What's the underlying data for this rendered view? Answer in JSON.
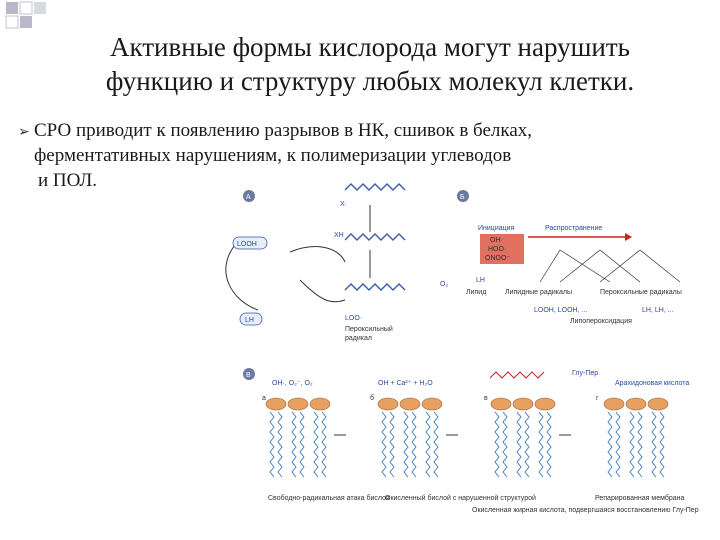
{
  "slide": {
    "title_line1": "Активные формы кислорода могут нарушить",
    "title_line2": "функцию и структуру любых молекул клетки.",
    "bullet_line1": "СРО приводит к появлению разрывов в НК, сшивок в белках,",
    "bullet_line2": "ферментативных нарушениям, к полимеризации углеводов",
    "bullet_line3": "и ПОЛ."
  },
  "icons": {
    "bullet": "arrow-bullet-icon",
    "decoration": "square-grid-icon"
  },
  "figure": {
    "panel_a": {
      "badge": "A",
      "radical_x": "X·",
      "xh": "XH",
      "looh": "LOOH",
      "lh": "LH",
      "o2": "O₂",
      "loo": "LOO·",
      "peroxyl": "Пероксильный",
      "peroxyl2": "радикал"
    },
    "panel_b": {
      "badge": "Б",
      "initiation": "Инициация",
      "propagation": "Распространение",
      "oh": "OH·",
      "hoo": "HOO·",
      "onoo": "ONOO⁻",
      "lh": "LH",
      "lipid": "Липид",
      "lipid_radicals": "Липидные радикалы",
      "peroxyl_radicals": "Пероксильные радикалы",
      "looh_line": "LOOH, LOOH, ...",
      "lh_line": "LH, LH, ...",
      "lipid_peroxidation": "Липопероксидация"
    },
    "panel_c": {
      "badge": "В",
      "a": "а",
      "b": "б",
      "c": "в",
      "d": "г",
      "agents": "OH·, O₂⁻, O₂",
      "metals": "OH + Ca²⁺ + H₂O",
      "glu_per": "Глу-Пер",
      "arachidonic": "Арахидоновая кислота",
      "cap1": "Свободно-радикальная атака бислоя",
      "cap2": "Окисленный бислой с нарушенной структурой",
      "cap3": "Окисленная жирная кислота, подвергшаяся восстановлению Глу-Пер",
      "cap4": "Репарированная мембрана"
    }
  },
  "colors": {
    "accent": "#2a4a9a",
    "arrow_red": "#cc2222",
    "box_red": "#e07060",
    "membrane_head": "#e8a060",
    "badge": "#6a7aa0"
  }
}
